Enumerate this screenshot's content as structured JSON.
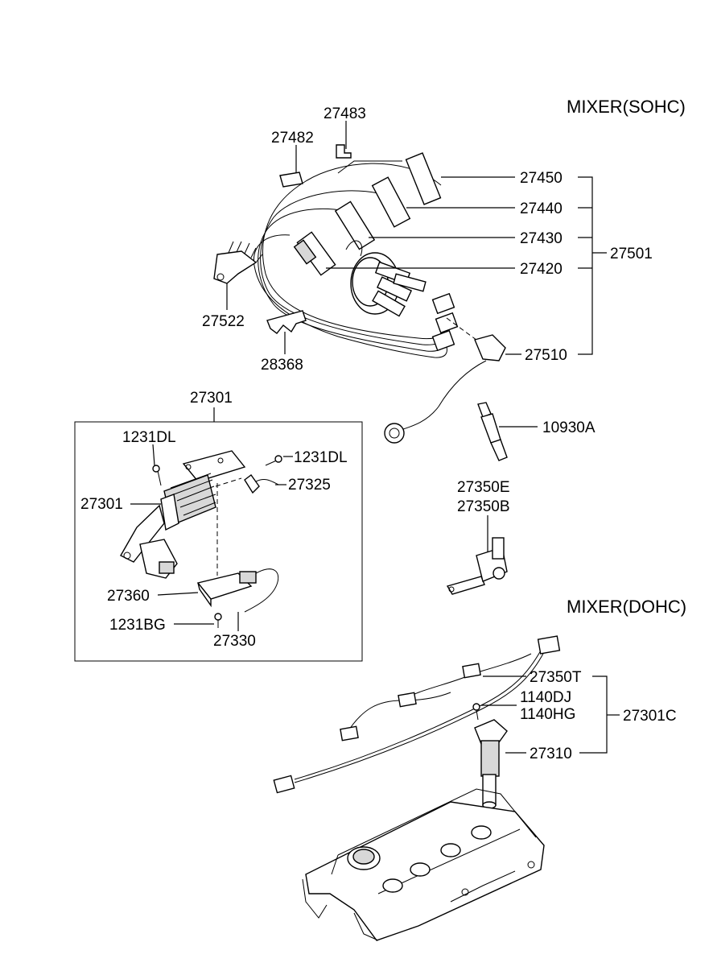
{
  "headers": {
    "sohc": "MIXER(SOHC)",
    "dohc": "MIXER(DOHC)"
  },
  "parts": {
    "p27483": "27483",
    "p27482": "27482",
    "p27450": "27450",
    "p27440": "27440",
    "p27430": "27430",
    "p27420": "27420",
    "p27501": "27501",
    "p27522": "27522",
    "p28368": "28368",
    "p27510": "27510",
    "p27301_box": "27301",
    "p10930A": "10930A",
    "p1231DL_left": "1231DL",
    "p1231DL_right": "1231DL",
    "p27325": "27325",
    "p27301_coil": "27301",
    "p27350E": "27350E",
    "p27350B": "27350B",
    "p27360": "27360",
    "p1231BG": "1231BG",
    "p27330": "27330",
    "p27350T": "27350T",
    "p1140DJ": "1140DJ",
    "p1140HG": "1140HG",
    "p27301C": "27301C",
    "p27310": "27310"
  }
}
